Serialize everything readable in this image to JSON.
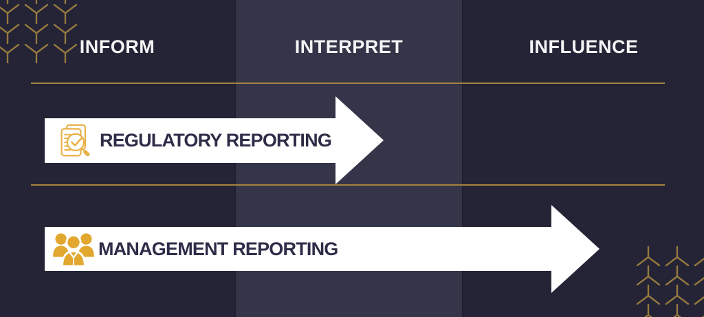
{
  "columns": [
    {
      "label": "INFORM"
    },
    {
      "label": "INTERPRET"
    },
    {
      "label": "INFLUENCE"
    }
  ],
  "rows": [
    {
      "label": "REGULATORY REPORTING",
      "icon": "document-check-magnifier-icon",
      "starts_in_column": "INFORM",
      "extends_to": "INTERPRET"
    },
    {
      "label": "MANAGEMENT REPORTING",
      "icon": "people-group-icon",
      "starts_in_column": "INFORM",
      "extends_to": "INFLUENCE"
    }
  ],
  "colors": {
    "background": "#242436",
    "column_highlight": "#343548",
    "column_border": "#1f1f2e",
    "divider_gold": "#a5823f",
    "pattern_gold": "#96793e",
    "header_text": "#f5f5f7",
    "arrow_fill": "#ffffff",
    "label_text": "#2e2d48",
    "icon_outline_gold": "#e8b149",
    "icon_fill_gold": "#e2a72f"
  }
}
